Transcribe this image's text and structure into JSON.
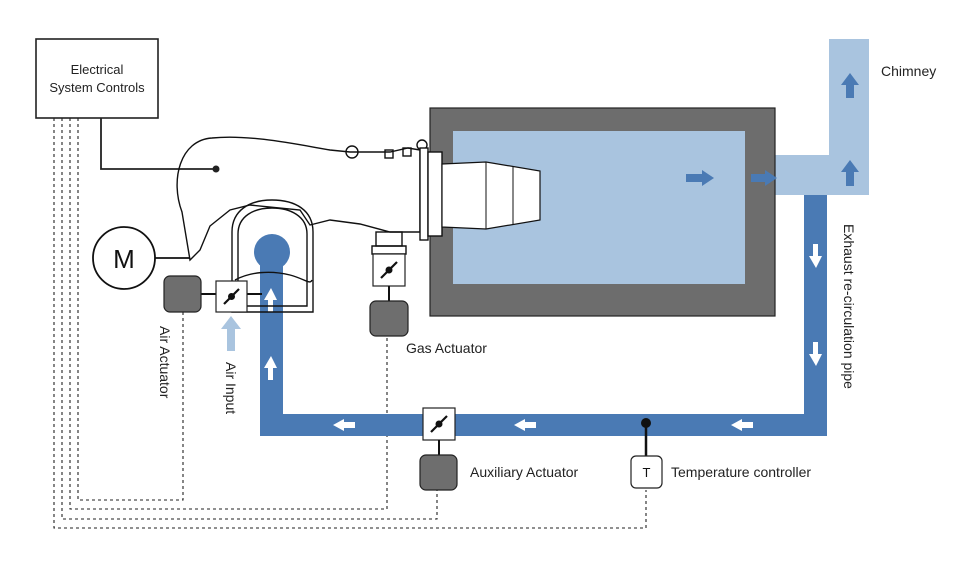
{
  "labels": {
    "electrical_line1": "Electrical",
    "electrical_line2": "System Controls",
    "chimney": "Chimney",
    "exhaust_pipe": "Exhaust re-circulation pipe",
    "motor": "M",
    "air_actuator": "Air Actuator",
    "air_input": "Air Input",
    "gas_actuator": "Gas Actuator",
    "auxiliary_actuator": "Auxiliary Actuator",
    "temperature_controller": "Temperature controller",
    "temperature_symbol": "T"
  },
  "colors": {
    "pipe_dark": "#4a7ab4",
    "pipe_light": "#a9c4df",
    "furnace_wall": "#6d6d6d",
    "furnace_chamber": "#a9c4df",
    "actuator": "#6e6e6e",
    "air_arrow": "#a9c4df"
  }
}
